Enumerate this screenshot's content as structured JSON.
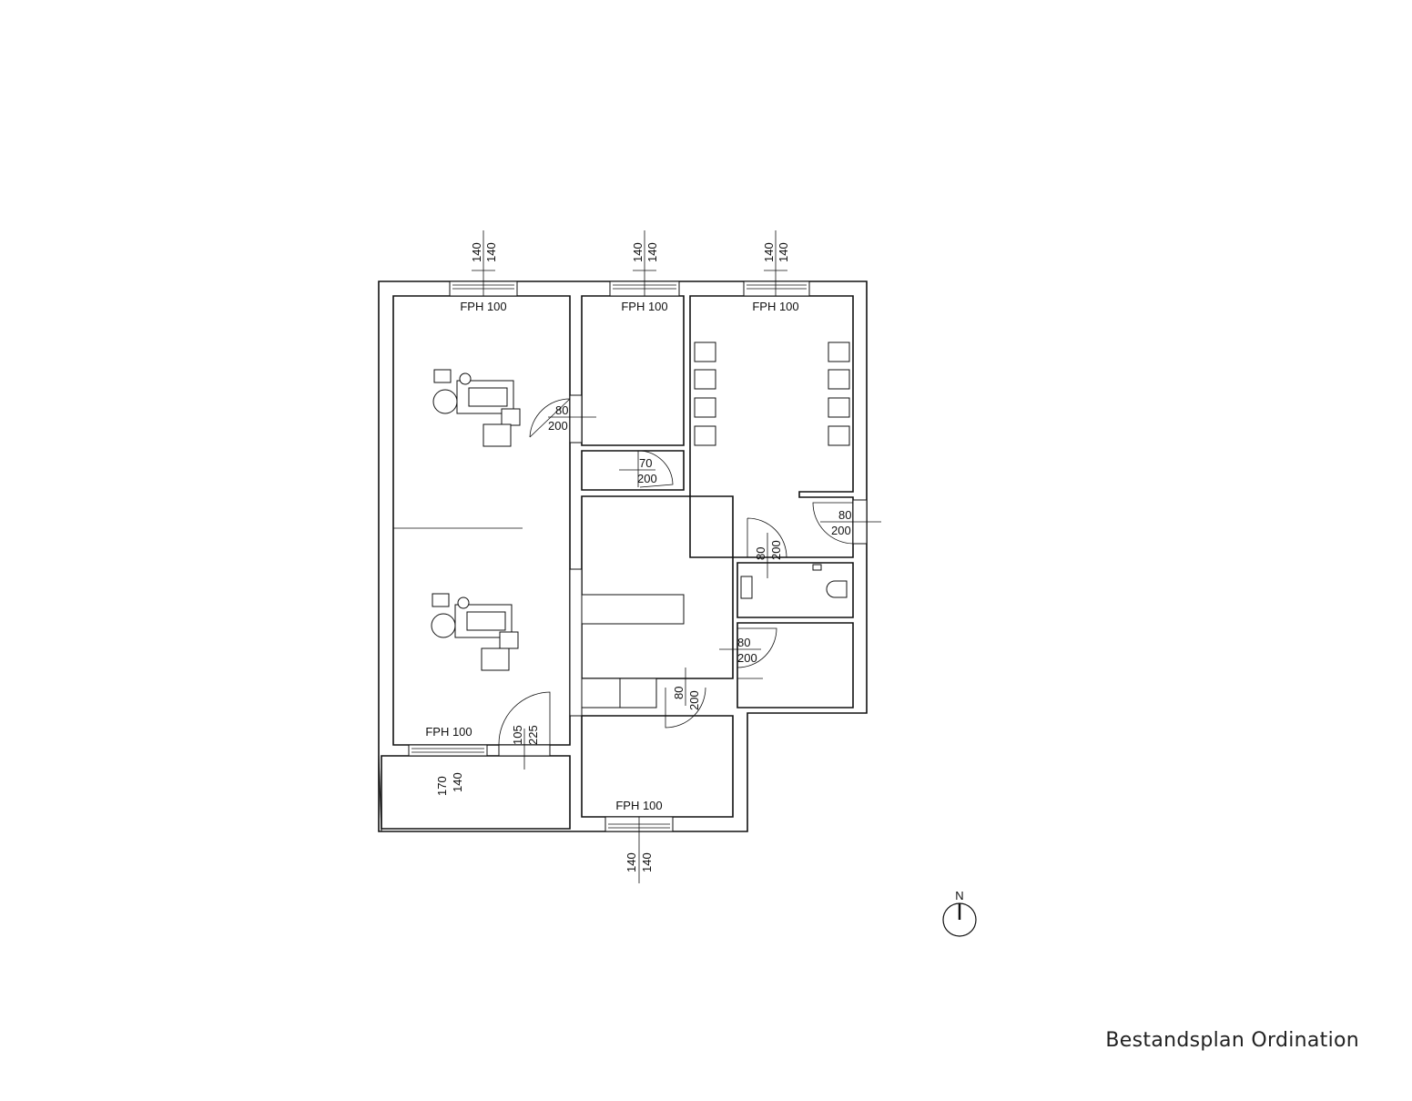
{
  "title": "Bestandsplan Ordination",
  "north_label": "N",
  "windows": {
    "top_left": {
      "label": "FPH 100",
      "w": "140",
      "h": "140"
    },
    "top_mid": {
      "label": "FPH 100",
      "w": "140",
      "h": "140"
    },
    "top_right": {
      "label": "FPH 100",
      "w": "140",
      "h": "140"
    },
    "bottom_left": {
      "label": "FPH 100",
      "w": "170",
      "h": "140"
    },
    "bottom_mid": {
      "label": "FPH 100",
      "w": "140",
      "h": "140"
    }
  },
  "doors": {
    "d1": {
      "w": "80",
      "h": "200"
    },
    "d2": {
      "w": "70",
      "h": "200"
    },
    "d3": {
      "w": "80",
      "h": "200"
    },
    "d4": {
      "w": "80",
      "h": "200"
    },
    "d5": {
      "w": "80",
      "h": "200"
    },
    "d6": {
      "w": "80",
      "h": "200"
    },
    "d7": {
      "w": "105",
      "h": "225"
    }
  }
}
